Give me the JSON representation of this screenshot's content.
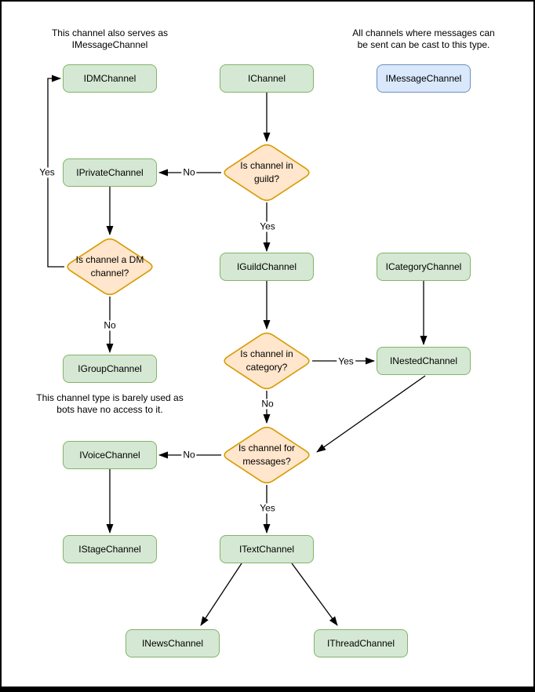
{
  "nodes": {
    "idm": "IDMChannel",
    "ichannel": "IChannel",
    "imessage": "IMessageChannel",
    "iprivate": "IPrivateChannel",
    "iguild": "IGuildChannel",
    "icategory": "ICategoryChannel",
    "igroup": "IGroupChannel",
    "inested": "INestedChannel",
    "ivoice": "IVoiceChannel",
    "itext": "ITextChannel",
    "istage": "IStageChannel",
    "inews": "INewsChannel",
    "ithread": "IThreadChannel"
  },
  "decisions": {
    "in_guild": "Is channel in guild?",
    "is_dm": "Is channel a DM channel?",
    "in_category": "Is channel in category?",
    "for_messages": "Is channel for messages?"
  },
  "edge_labels": {
    "guild_no": "No",
    "guild_yes": "Yes",
    "dm_yes": "Yes",
    "dm_no": "No",
    "category_yes": "Yes",
    "category_no": "No",
    "messages_no": "No",
    "messages_yes": "Yes"
  },
  "annotations": {
    "dm_note": "This channel also serves as\nIMessageChannel",
    "message_note": "All channels where messages can\nbe sent can be cast to this type.",
    "group_note": "This channel type is barely used as\nbots have no access to it."
  },
  "colors": {
    "interface_fill": "#d5e8d4",
    "interface_stroke": "#82b366",
    "decision_fill": "#ffe6cc",
    "decision_stroke": "#d79b00",
    "message_fill": "#dae8fc",
    "message_stroke": "#6c8ebf",
    "edge": "#000000"
  }
}
